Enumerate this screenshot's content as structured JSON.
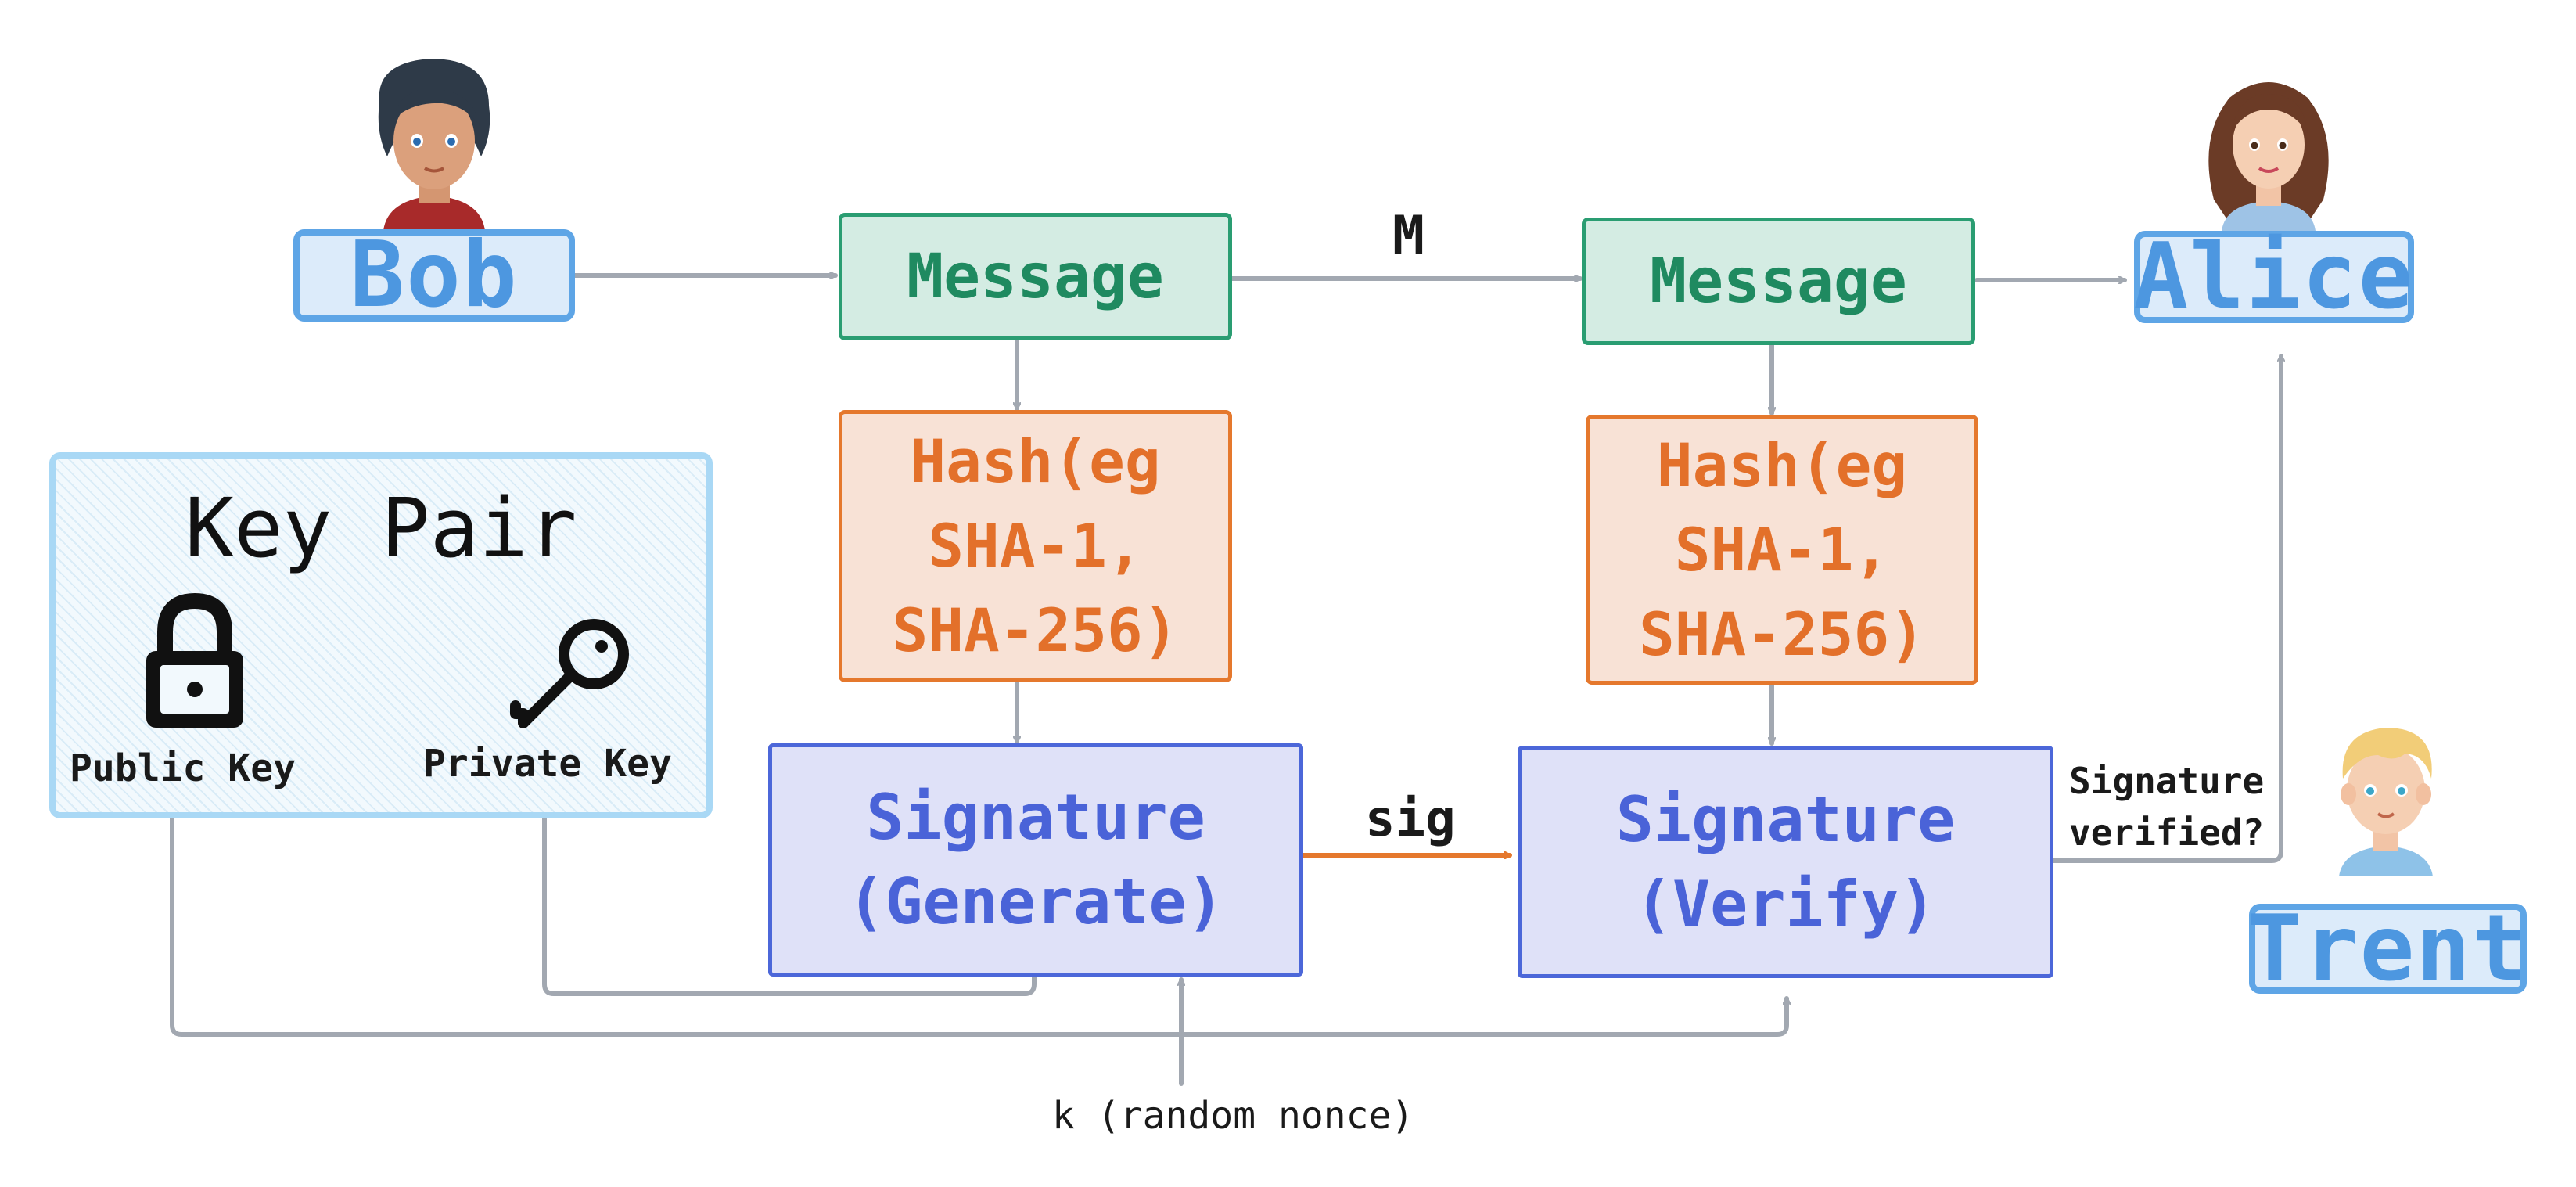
{
  "actors": {
    "bob": "Bob",
    "alice": "Alice",
    "trent": "Trent"
  },
  "sender": {
    "message": "Message",
    "hash": "Hash(eg\nSHA-1,\nSHA-256)",
    "signature": "Signature\n(Generate)"
  },
  "receiver": {
    "message": "Message",
    "hash": "Hash(eg\nSHA-1,\nSHA-256)",
    "signature": "Signature\n(Verify)"
  },
  "keypair": {
    "title": "Key Pair",
    "public_label": "Public Key",
    "private_label": "Private Key",
    "public_icon": "lock-icon",
    "private_icon": "key-icon"
  },
  "edges": {
    "message_label": "M",
    "sig_label": "sig",
    "verified_label": "Signature\nverified?",
    "nonce_label": "k (random nonce)"
  },
  "colors": {
    "name_box": "#5ea5e6",
    "message_box": "#2a9d72",
    "hash_box": "#e5782d",
    "signature_box": "#4c67d9",
    "sig_arrow": "#e5782d",
    "connector": "#a2a8b1"
  }
}
